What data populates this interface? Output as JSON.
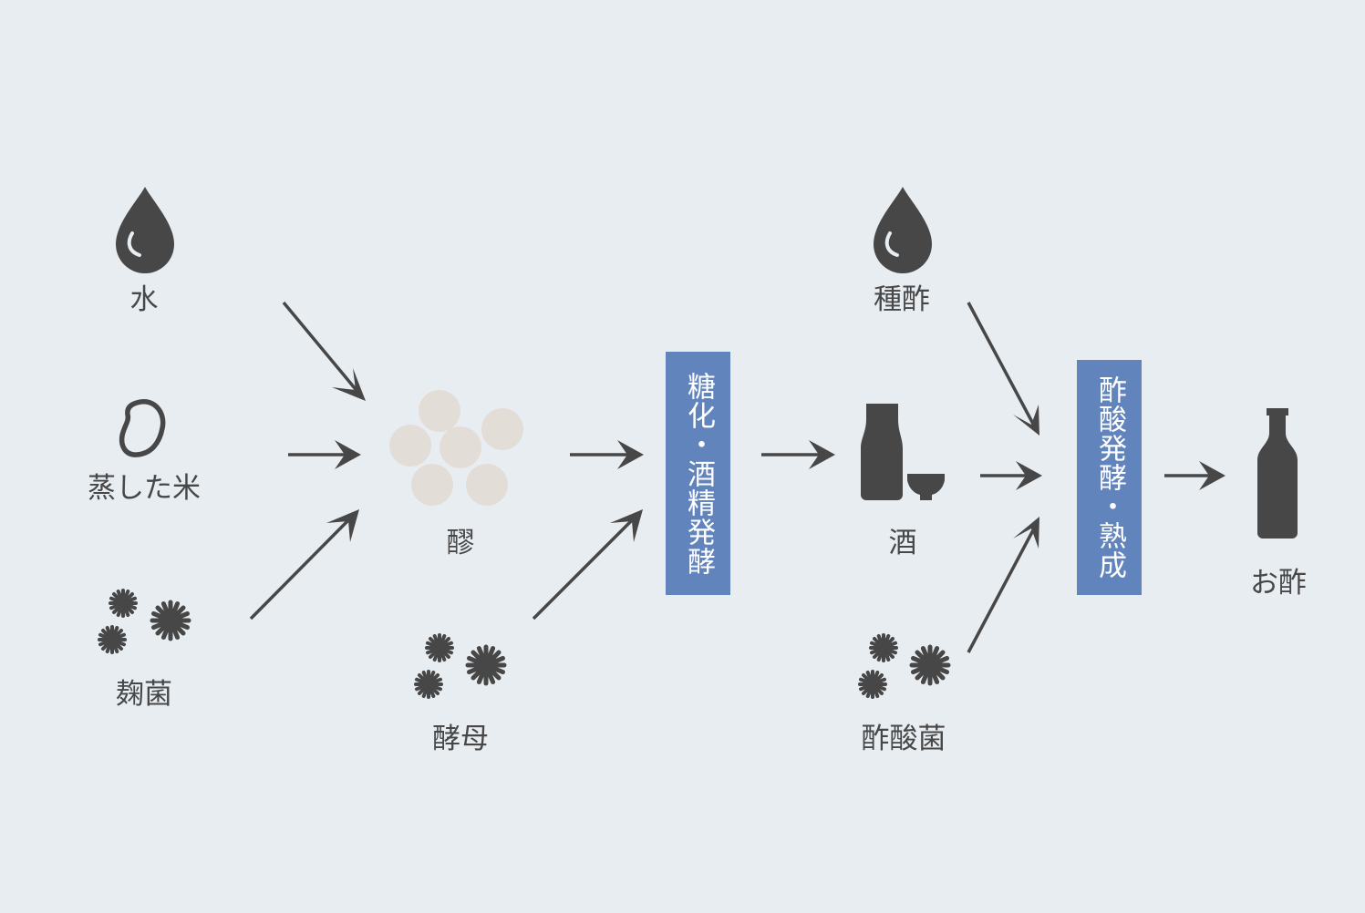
{
  "colors": {
    "background": "#e8edf1",
    "icon": "#474747",
    "process_box": "#6284bd",
    "koji_balls": "#e3ddd8"
  },
  "labels": {
    "water": "水",
    "steamed_rice": "蒸した米",
    "koji_mold": "麹菌",
    "moromi": "醪",
    "yeast": "酵母",
    "sake": "酒",
    "seed_vinegar": "種酢",
    "acetic_bacteria": "酢酸菌",
    "vinegar": "お酢"
  },
  "process": {
    "step1": "糖化・酒精発酵",
    "step2": "酢酸発酵・熟成"
  },
  "icons": [
    "water-drop-icon",
    "rice-grain-icon",
    "mold-icon",
    "moromi-balls-icon",
    "yeast-icon",
    "sake-bottle-icon",
    "sake-cup-icon",
    "acetic-bacteria-icon",
    "vinegar-bottle-icon"
  ]
}
